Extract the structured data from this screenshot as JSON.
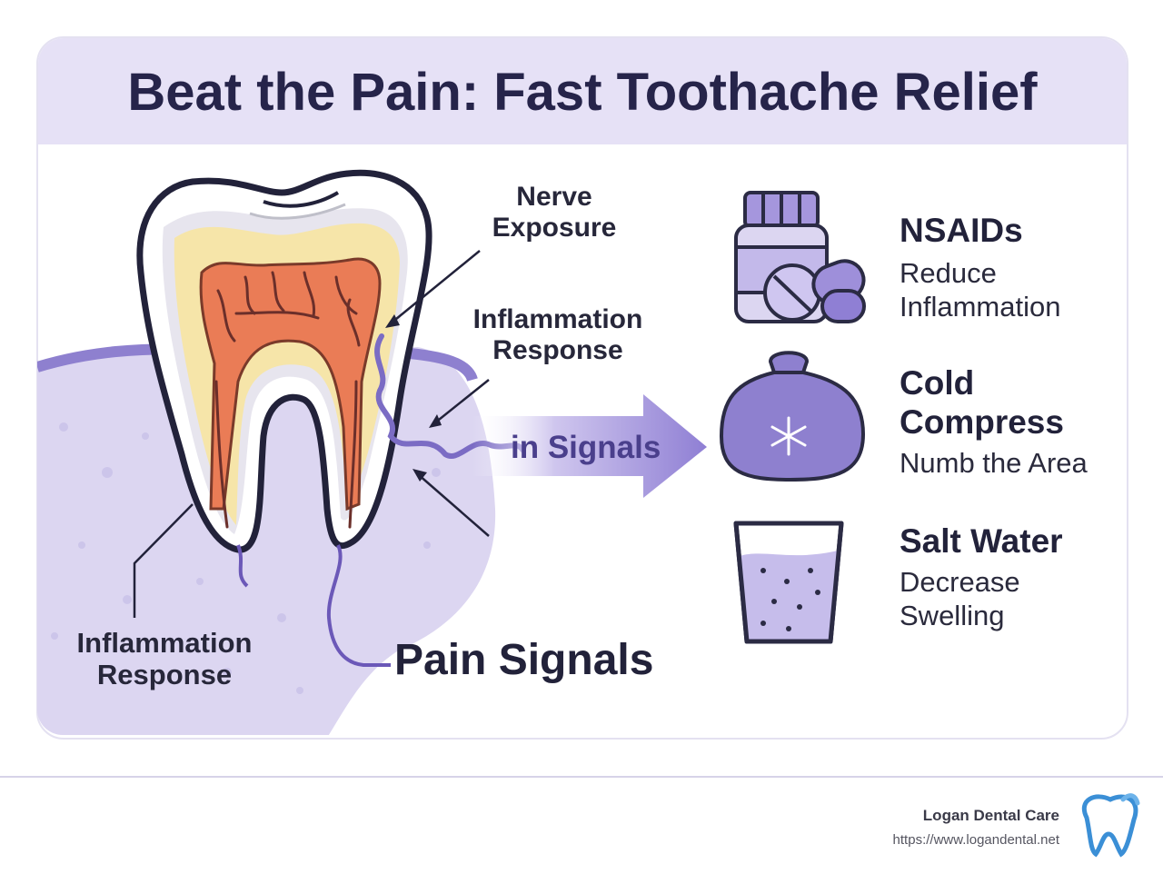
{
  "title": "Beat the Pain: Fast Toothache Relief",
  "labels": {
    "nerve_exposure": "Nerve Exposure",
    "inflammation_top": "Inflammation Response",
    "inflammation_left": "Inflammation Response",
    "pain_signals_arrow": "in Signals",
    "pain_signals": "Pain Signals"
  },
  "remedies": [
    {
      "title": "NSAIDs",
      "subtitle": "Reduce Inflammation",
      "icon": "pill-bottle-icon"
    },
    {
      "title": "Cold Compress",
      "subtitle": "Numb the Area",
      "icon": "ice-pack-icon"
    },
    {
      "title": "Salt Water",
      "subtitle": "Decrease Swelling",
      "icon": "salt-water-glass-icon"
    }
  ],
  "footer": {
    "brand": "Logan Dental Care",
    "url": "https://www.logandental.net",
    "logo": "tooth-logo-icon"
  },
  "colors": {
    "title_band": "#e6e1f6",
    "accent_purple": "#7b6cc4",
    "gum": "#d9d3f0",
    "dentin": "#f7e6ad",
    "pulp": "#ec7d55",
    "footer_blue": "#3b8fd6"
  }
}
